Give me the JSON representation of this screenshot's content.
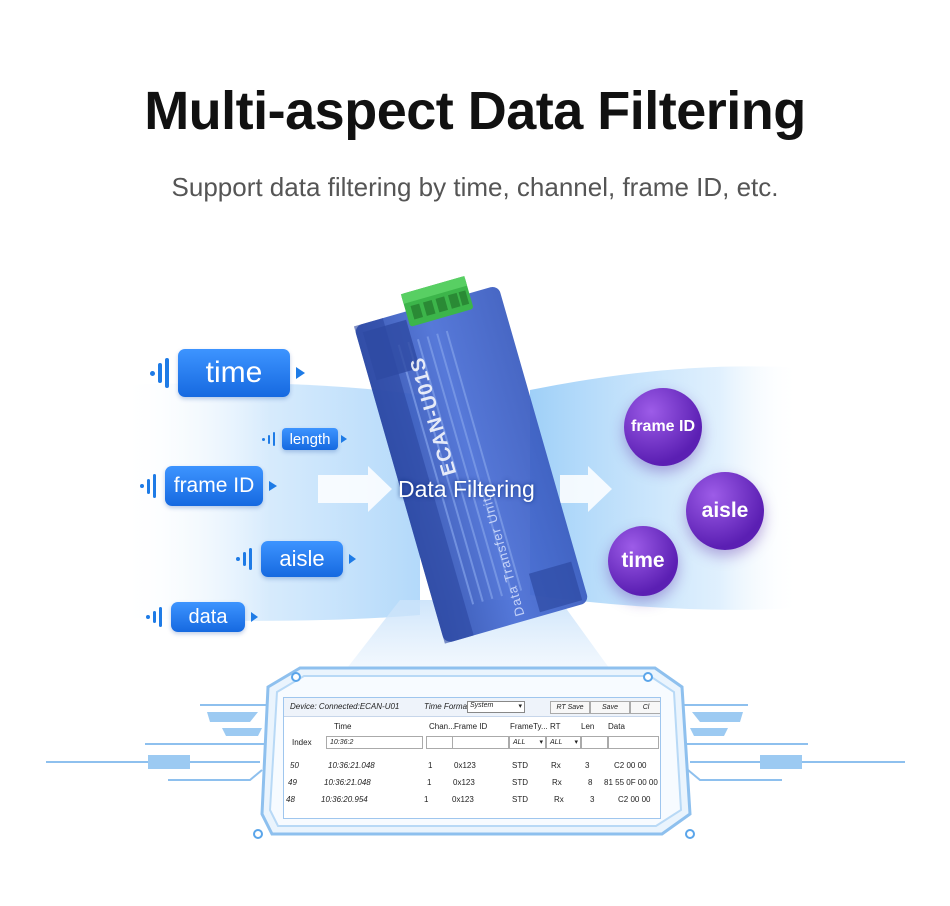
{
  "title": "Multi-aspect Data Filtering",
  "subtitle": "Support data filtering by time, channel, frame ID, etc.",
  "inputs": [
    {
      "label": "time"
    },
    {
      "label": "length"
    },
    {
      "label": "frame ID"
    },
    {
      "label": "aisle"
    },
    {
      "label": "data"
    }
  ],
  "center_label": "Data Filtering",
  "outputs": [
    {
      "label": "frame ID"
    },
    {
      "label": "aisle"
    },
    {
      "label": "time"
    }
  ],
  "device": {
    "brand": "ECAN-U01S",
    "caption": "Data Transfer Unit"
  },
  "software": {
    "device_status": "Device: Connected:ECAN-U01",
    "time_format_label": "Time Format:",
    "time_format_value": "System",
    "buttons": [
      "RT Save",
      "Save",
      "Cl"
    ],
    "columns": [
      "Index",
      "Time",
      "Chan...",
      "Frame ID",
      "FrameTy...",
      "RT",
      "Len",
      "Data"
    ],
    "filters": {
      "time": "10:36:2",
      "frame_type": "ALL",
      "rt": "ALL"
    },
    "rows": [
      {
        "index": "50",
        "time": "10:36:21.048",
        "chan": "1",
        "frame_id": "0x123",
        "type": "STD",
        "rt": "Rx",
        "len": "3",
        "data": "C2 00 00"
      },
      {
        "index": "49",
        "time": "10:36:21.048",
        "chan": "1",
        "frame_id": "0x123",
        "type": "STD",
        "rt": "Rx",
        "len": "8",
        "data": "81 55 0F 00 00"
      },
      {
        "index": "48",
        "time": "10:36:20.954",
        "chan": "1",
        "frame_id": "0x123",
        "type": "STD",
        "rt": "Rx",
        "len": "3",
        "data": "C2 00 00"
      }
    ]
  },
  "colors": {
    "accent": "#1e7be6",
    "beam": "#bfe0fb",
    "device": "#3e62c4",
    "connector": "#3cb54a",
    "circle": "#6a2bc0"
  }
}
